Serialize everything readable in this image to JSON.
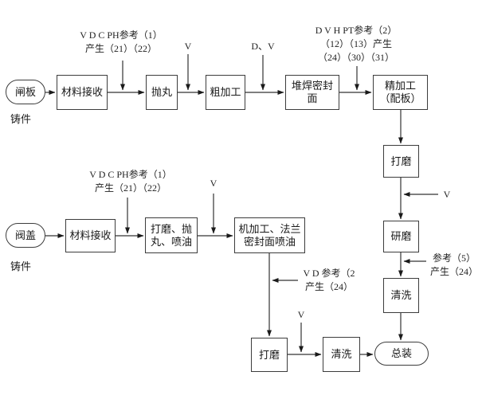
{
  "diagram": {
    "gate_plate_flow": {
      "source": "闸板",
      "source_caption": "铸件",
      "receive": "材料接收",
      "shot_blast": "抛丸",
      "rough_machining": "粗加工",
      "weld_sealing_face": "堆焊密封\n面",
      "finish_machining": "精加工\n（配板）",
      "note_vdcph": "V D C PH参考（1）\n产生（21）（22）",
      "note_v": "V",
      "note_dv": "D、V",
      "note_dvhpt": "D V H PT参考（2）\n（12）（13）产生\n（24）（30）（31）"
    },
    "right_flow": {
      "grind": "打磨",
      "lap": "研磨",
      "clean": "清洗",
      "note_v": "V",
      "note_ref5": "参考（5）\n产生（24）",
      "assembly": "总装"
    },
    "bonnet_flow": {
      "source": "阀盖",
      "source_caption": "铸件",
      "receive": "材料接收",
      "grind_blast_oil": "打磨、抛\n丸、喷油",
      "machining_flange_oil": "机加工、法兰\n密封面喷油",
      "note_vdcph": "V D C PH参考（1）\n产生（21）（22）",
      "note_v": "V",
      "note_vd_ref2": "V D 参考（2\n产生（24）"
    },
    "bottom_flow": {
      "grind": "打磨",
      "clean": "清洗",
      "note_v": "V"
    }
  }
}
